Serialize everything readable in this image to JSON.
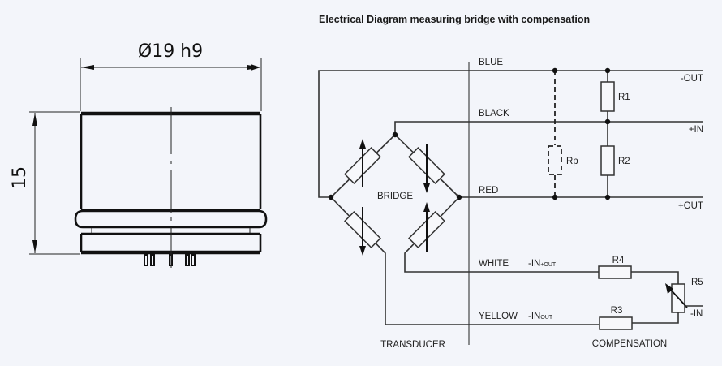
{
  "title": "Electrical Diagram measuring bridge with compensation",
  "drawing": {
    "diameter_label": "Ø19  h9",
    "height_label": "15"
  },
  "wires": {
    "blue": "BLUE",
    "black": "BLACK",
    "red": "RED",
    "white": "WHITE",
    "yellow": "YELLOW"
  },
  "terminals": {
    "minus_out": "-OUT",
    "plus_in": "+IN",
    "plus_out": "+OUT",
    "minus_in": "-IN",
    "white_signal_main": "-IN",
    "white_signal_sub": "+OUT",
    "yellow_signal_main": "-IN",
    "yellow_signal_sub": "OUT"
  },
  "components": {
    "r1": "R1",
    "r2": "R2",
    "rp": "Rp",
    "r3": "R3",
    "r4": "R4",
    "r5": "R5"
  },
  "sections": {
    "bridge": "BRIDGE",
    "transducer": "TRANSDUCER",
    "compensation": "COMPENSATION"
  }
}
